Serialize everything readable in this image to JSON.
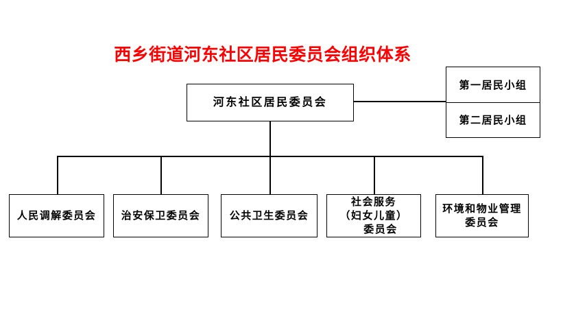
{
  "title": {
    "text": "西乡街道河东社区居民委员会组织体系",
    "color": "#ff0000"
  },
  "org_chart": {
    "root": {
      "label": "河东社区居民委员会"
    },
    "resident_groups": [
      {
        "label": "第一居民小组"
      },
      {
        "label": "第二居民小组"
      }
    ],
    "committees": [
      {
        "lines": [
          "人民调解委员会"
        ]
      },
      {
        "lines": [
          "治安保卫委员会"
        ]
      },
      {
        "lines": [
          "公共卫生委员会"
        ]
      },
      {
        "lines": [
          "社会服务",
          "（妇女儿童）",
          "委员会"
        ]
      },
      {
        "lines": [
          "环境和物业管理",
          "委员会"
        ]
      }
    ]
  },
  "colors": {
    "title": "#ff0000",
    "line": "#000000",
    "border": "#000000",
    "text": "#000000",
    "background": "#ffffff"
  }
}
